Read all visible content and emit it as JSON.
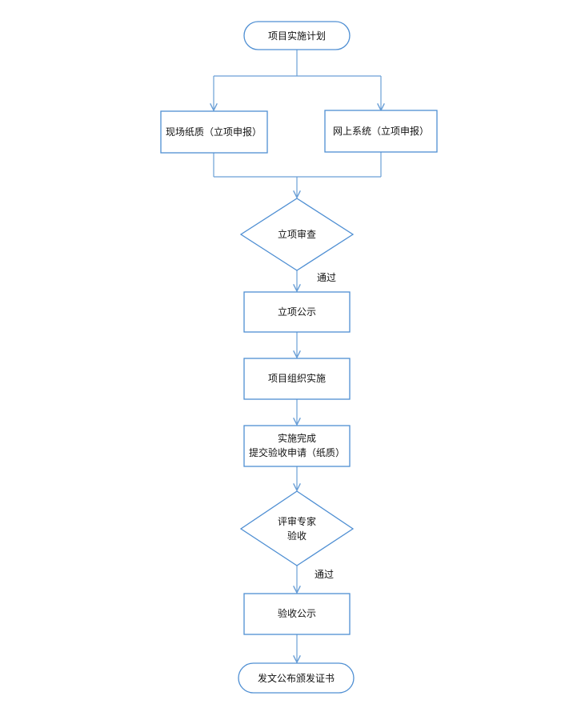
{
  "diagram": {
    "start": "项目实施计划",
    "left_branch": "现场纸质（立项申报）",
    "right_branch": "网上系统（立项申报）",
    "decision_1": "立项审查",
    "pass_label_1": "通过",
    "step_publicity": "立项公示",
    "step_organize": "项目组织实施",
    "step_complete_line1": "实施完成",
    "step_complete_line2": "提交验收申请（纸质）",
    "decision_2_line1": "评审专家",
    "decision_2_line2": "验收",
    "pass_label_2": "通过",
    "step_accept_publicity": "验收公示",
    "end": "发文公布颁发证书"
  },
  "colors": {
    "stroke": "#4f8fd3",
    "edge": "#6a9fd6",
    "text": "#111111"
  }
}
